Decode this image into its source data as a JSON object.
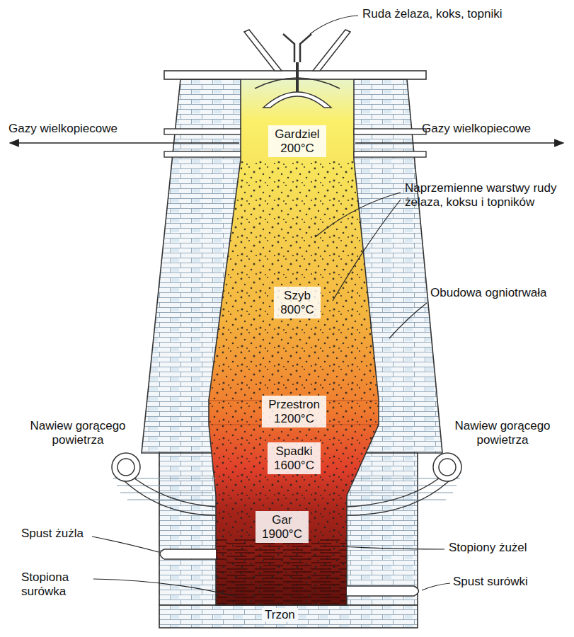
{
  "diagram": {
    "nodes": [
      {
        "text": [
          "Gardziel",
          "200°C"
        ]
      },
      {
        "text": [
          "Szyb",
          "800°C"
        ]
      },
      {
        "text": [
          "Przestron",
          "1200°C"
        ]
      },
      {
        "text": [
          "Spadki",
          "1600°C"
        ]
      },
      {
        "text": [
          "Gar",
          "1900°C"
        ]
      }
    ],
    "labels": [
      "Ruda żelaza, koks, topniki",
      "Gazy wielkopiecowe",
      "Gazy wielkopiecowe",
      "Naprzemienne warstwy rudy żelaza, koksu i topników",
      "Obudowa ogniotrwała",
      "Nawiew gorącego powietrza",
      "Nawiew gorącego powietrza",
      "Spust żużla",
      "Stopiony żużel",
      "Stopiona surówka",
      "Spust surówki",
      "Trzon"
    ]
  }
}
